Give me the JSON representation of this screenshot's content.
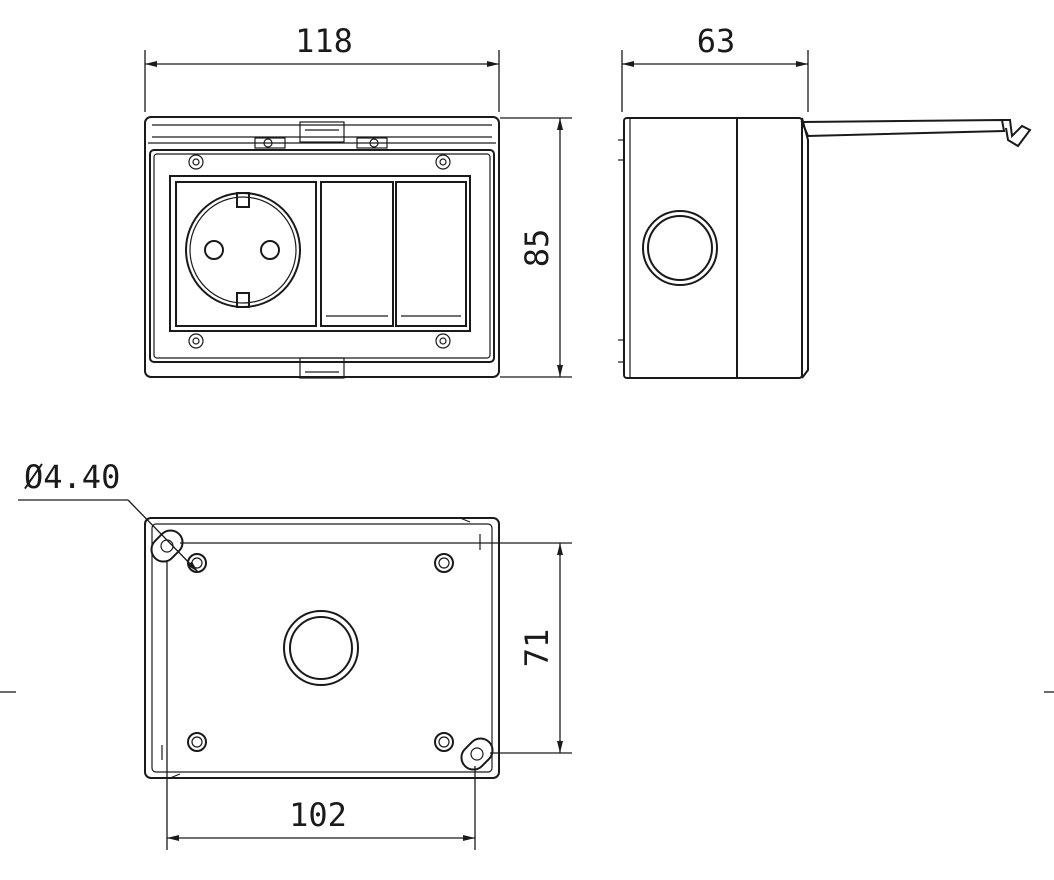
{
  "dimensions": {
    "front_width": "118",
    "side_depth": "63",
    "front_height": "85",
    "hole_diameter": "Ø4.40",
    "mount_vertical": "71",
    "mount_horizontal": "102"
  }
}
